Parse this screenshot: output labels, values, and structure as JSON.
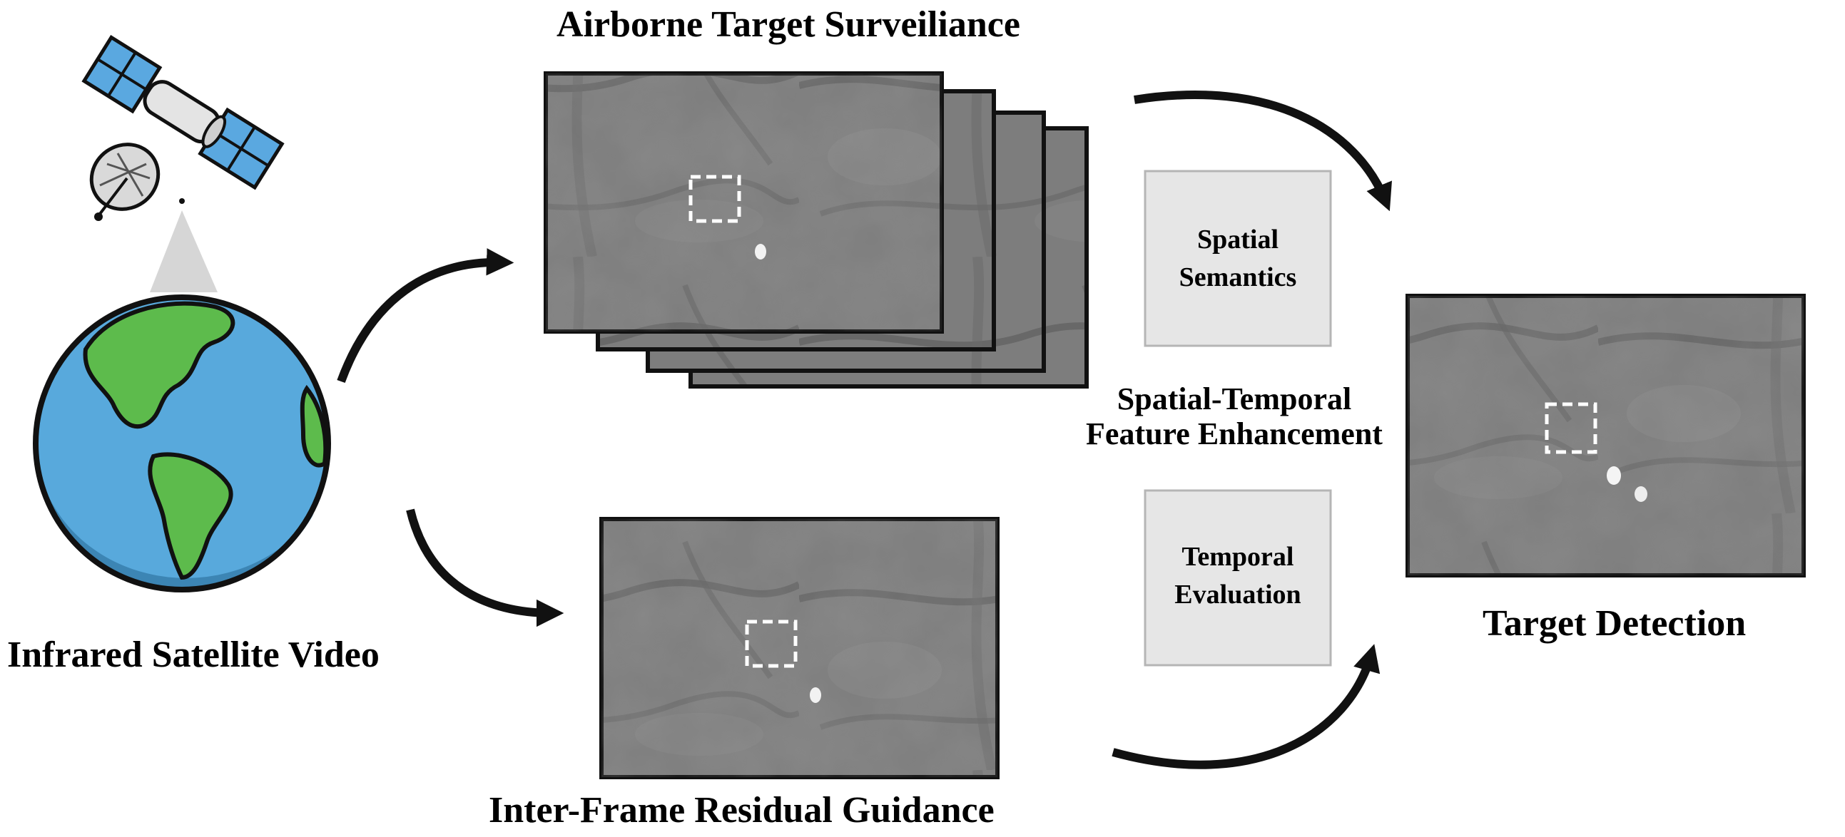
{
  "labels": {
    "top_title": "Airborne Target Surveiliance",
    "left_caption": "Infrared Satellite Video",
    "bottom_caption": "Inter-Frame Residual Guidance",
    "right_caption": "Target Detection",
    "middle_caption_line1": "Spatial-Temporal",
    "middle_caption_line2": "Feature Enhancement",
    "spatial_box_line1": "Spatial",
    "spatial_box_line2": "Semantics",
    "temporal_box_line1": "Temporal",
    "temporal_box_line2": "Evaluation"
  },
  "colors": {
    "ocean": "#58A9DC",
    "ocean_dark": "#3C85B4",
    "land": "#5DBB4C",
    "solar_panel": "#5AA8E0",
    "frame_gray": "#7b7b7b",
    "box_fill": "#e6e6e6",
    "box_border": "#b5b5b5"
  },
  "icons": {
    "satellite": "satellite-icon",
    "earth": "earth-globe-icon",
    "arrow": "curved-arrow"
  }
}
